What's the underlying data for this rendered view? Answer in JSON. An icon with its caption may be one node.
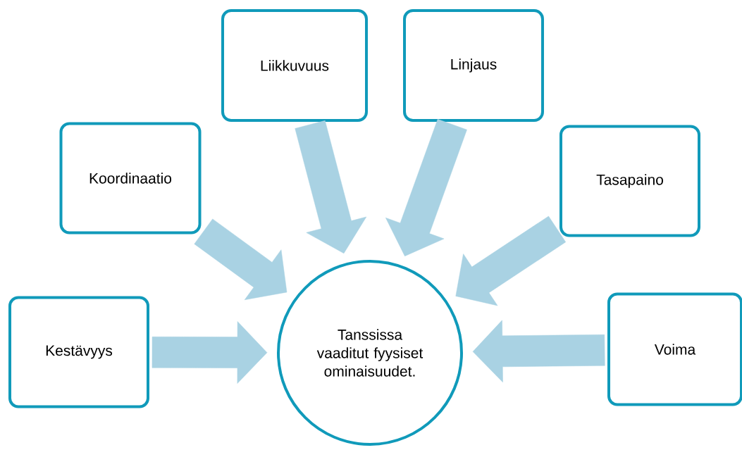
{
  "diagram": {
    "nodes": [
      {
        "text": [
          "Kestävyys"
        ]
      },
      {
        "text": [
          "Koordinaatio"
        ]
      },
      {
        "text": [
          "Liikkuvuus"
        ]
      },
      {
        "text": [
          "Linjaus"
        ]
      },
      {
        "text": [
          "Tasapaino"
        ]
      },
      {
        "text": [
          "Voima"
        ]
      },
      {
        "text": [
          "Tanssissa vaaditut fyysiset ominaisuudet."
        ]
      }
    ],
    "edges": [
      {
        "from": 0,
        "to": 6,
        "arrow": "to"
      },
      {
        "from": 1,
        "to": 6,
        "arrow": "to"
      },
      {
        "from": 2,
        "to": 6,
        "arrow": "to"
      },
      {
        "from": 3,
        "to": 6,
        "arrow": "to"
      },
      {
        "from": 4,
        "to": 6,
        "arrow": "to"
      },
      {
        "from": 5,
        "to": 6,
        "arrow": "to"
      }
    ]
  }
}
